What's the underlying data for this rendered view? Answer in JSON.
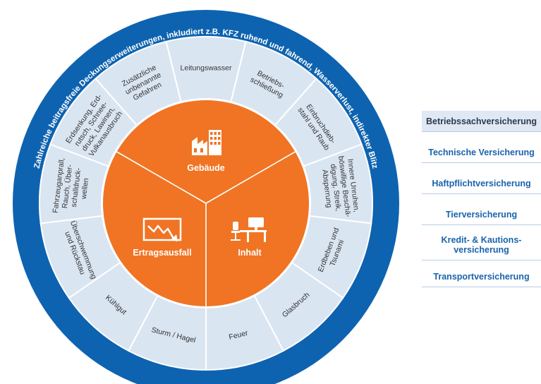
{
  "colors": {
    "outer_ring": "#0e63b0",
    "segment_fill": "#dae5f2",
    "segment_border": "#ffffff",
    "core": "#f07423",
    "core_text": "#ffffff",
    "segment_text": "#333333",
    "nav_text": "#1a63ac",
    "nav_active_bg": "#dfe8f3"
  },
  "outer_ring_text": "Zahlreiche beitragsfreie Deckungserweiterungen, inkludiert z.B. KFZ ruhend und fahrend, Wasserverlust, indirekter Blitz",
  "core_sections": [
    {
      "label": "Gebäude",
      "icon": "factory-icon"
    },
    {
      "label": "Inhalt",
      "icon": "office-desk-icon"
    },
    {
      "label": "Ertragsausfall",
      "icon": "falling-chart-icon"
    }
  ],
  "segments": [
    {
      "lines": [
        "Leitungswasser"
      ]
    },
    {
      "lines": [
        "Betriebs-",
        "schließung"
      ]
    },
    {
      "lines": [
        "Einbruchdieb-",
        "stahl und Raub"
      ]
    },
    {
      "lines": [
        "Innere Unruhen,",
        "böswillige Beschä-",
        "digung, Streik,",
        "Absperrung"
      ]
    },
    {
      "lines": [
        "Erdbeben und",
        "Tsunami"
      ]
    },
    {
      "lines": [
        "Glasbruch"
      ]
    },
    {
      "lines": [
        "Feuer"
      ]
    },
    {
      "lines": [
        "Sturm / Hagel"
      ]
    },
    {
      "lines": [
        "Kühlgut"
      ]
    },
    {
      "lines": [
        "Überschwemmung",
        "und Rückstau"
      ]
    },
    {
      "lines": [
        "Fahrzeuganprall,",
        "Rauch, Über-",
        "schalldruck-",
        "wellen"
      ]
    },
    {
      "lines": [
        "Erdsenkung, Erd-",
        "rutsch, Schnee-",
        "druck, Lawinen,",
        "Vulkanausbruch"
      ]
    },
    {
      "lines": [
        "Zusätzliche",
        "unbenannte",
        "Gefahren"
      ]
    }
  ],
  "nav": {
    "items": [
      {
        "label": "Betriebssachversicherung",
        "active": true
      },
      {
        "label": "Technische Versicherung",
        "active": false
      },
      {
        "label": "Haftpflichtversicherung",
        "active": false
      },
      {
        "label": "Tierversicherung",
        "active": false
      },
      {
        "label": "Kredit- & Kautions-",
        "label2": "versicherung",
        "active": false
      },
      {
        "label": "Transportversicherung",
        "active": false
      }
    ]
  }
}
